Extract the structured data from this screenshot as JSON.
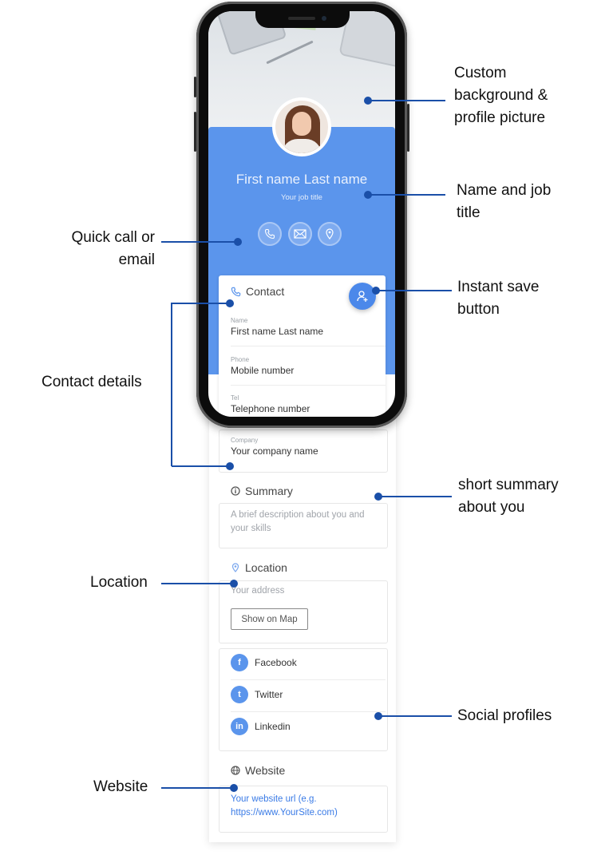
{
  "profile": {
    "name": "First name Last name",
    "job_title": "Your job title"
  },
  "quick_actions": [
    "phone-icon",
    "mail-icon",
    "map-pin-icon"
  ],
  "contact": {
    "title": "Contact",
    "fields": [
      {
        "label": "Name",
        "value": "First name Last name"
      },
      {
        "label": "Phone",
        "value": "Mobile number"
      },
      {
        "label": "Tel",
        "value": "Telephone number"
      },
      {
        "label": "Company",
        "value": "Your company name"
      }
    ]
  },
  "summary": {
    "title": "Summary",
    "text_line1": "A brief description about you and",
    "text_line2": "your skills"
  },
  "location": {
    "title": "Location",
    "address": "Your address",
    "map_button": "Show on Map"
  },
  "social": [
    {
      "label": "Facebook",
      "icon": "facebook-icon",
      "glyph": "f"
    },
    {
      "label": "Twitter",
      "icon": "twitter-icon",
      "glyph": "t"
    },
    {
      "label": "Linkedin",
      "icon": "linkedin-icon",
      "glyph": "in"
    }
  ],
  "website": {
    "title": "Website",
    "line1": "Your website url (e.g.",
    "line2": "https://www.YourSite.com)"
  },
  "annotations": {
    "background_line1": "Custom",
    "background_line2": "background &",
    "background_line3": "profile picture",
    "name_line1": "Name and job",
    "name_line2": "title",
    "quick_line1": "Quick call or",
    "quick_line2": "email",
    "save_line1": "Instant save",
    "save_line2": "button",
    "contact": "Contact details",
    "summary_line1": "short summary",
    "summary_line2": "about you",
    "location": "Location",
    "social": "Social profiles",
    "website": "Website"
  },
  "colors": {
    "accent": "#5b95ec",
    "annotation_line": "#1a4fa8",
    "link": "#3a7be6"
  }
}
